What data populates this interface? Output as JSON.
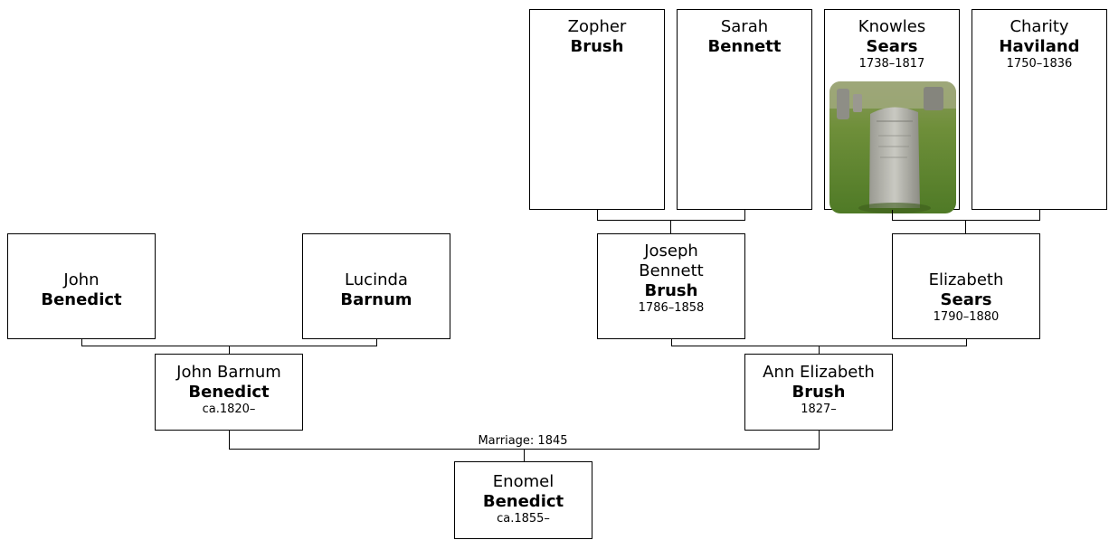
{
  "people": {
    "zopher": {
      "given": "Zopher",
      "surname": "Brush"
    },
    "sarah": {
      "given": "Sarah",
      "surname": "Bennett"
    },
    "knowles": {
      "given": "Knowles",
      "surname": "Sears",
      "dates": "1738–1817"
    },
    "charity": {
      "given": "Charity",
      "surname": "Haviland",
      "dates": "1750–1836"
    },
    "john": {
      "given": "John",
      "surname": "Benedict"
    },
    "lucinda": {
      "given": "Lucinda",
      "surname": "Barnum"
    },
    "joseph": {
      "given_line1": "Joseph",
      "given_line2": "Bennett",
      "surname": "Brush",
      "dates": "1786–1858"
    },
    "elizabeth": {
      "given": "Elizabeth",
      "surname": "Sears",
      "dates": "1790–1880"
    },
    "john_barnum": {
      "given": "John Barnum",
      "surname": "Benedict",
      "dates": "ca.1820–"
    },
    "ann_elizabeth": {
      "given": "Ann Elizabeth",
      "surname": "Brush",
      "dates": "1827–"
    },
    "enomel": {
      "given": "Enomel",
      "surname": "Benedict",
      "dates": "ca.1855–"
    }
  },
  "marriage_label": "Marriage: 1845",
  "photo": {
    "subject": "gravestone-photo"
  }
}
